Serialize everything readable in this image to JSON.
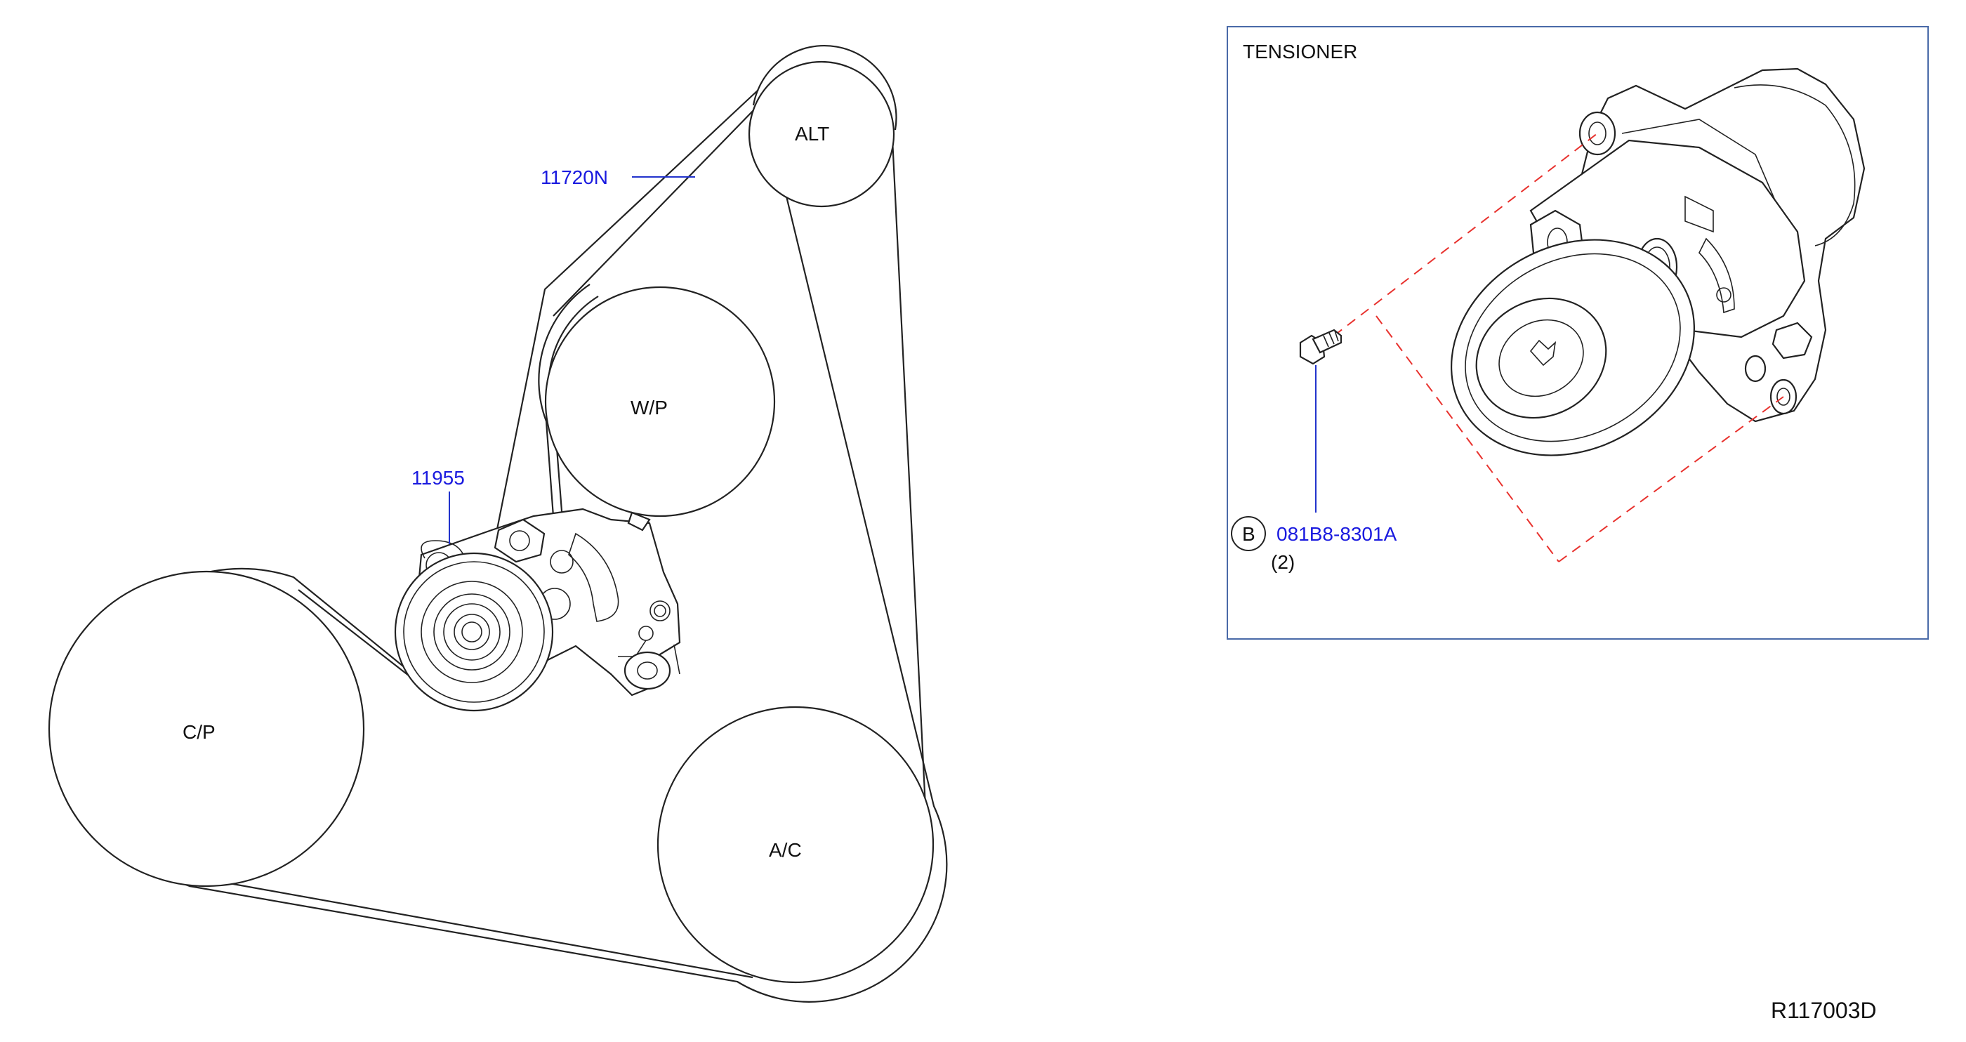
{
  "pulleys": {
    "alt": "ALT",
    "wp": "W/P",
    "cp": "C/P",
    "ac": "A/C"
  },
  "parts": {
    "belt": "11720N",
    "tensioner": "11955",
    "bolt": "081B8-8301A",
    "bolt_qty": "(2)",
    "bolt_marker": "B"
  },
  "inset": {
    "title": "TENSIONER"
  },
  "diagram_id": "R117003D",
  "colors": {
    "part_number": "#1a1adf",
    "inset_border": "#4a6aa8",
    "dash_line": "#e8322e",
    "line": "#222222"
  }
}
